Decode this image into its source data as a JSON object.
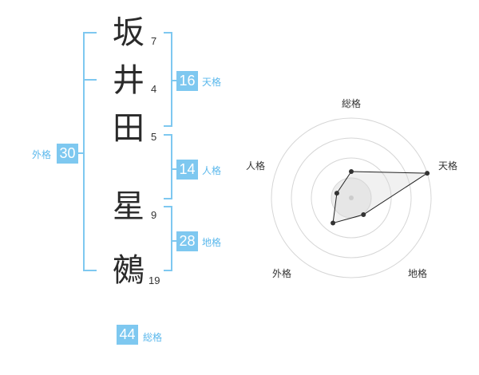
{
  "name": {
    "chars": [
      {
        "char": "坂",
        "strokes": "7"
      },
      {
        "char": "井",
        "strokes": "4"
      },
      {
        "char": "田",
        "strokes": "5"
      },
      {
        "char": "星",
        "strokes": "9"
      },
      {
        "char": "鵺",
        "strokes": "19"
      }
    ]
  },
  "kaku": {
    "tenkaku": {
      "value": "16",
      "label": "天格"
    },
    "jinkaku": {
      "value": "14",
      "label": "人格"
    },
    "chikaku": {
      "value": "28",
      "label": "地格"
    },
    "gaikaku": {
      "value": "30",
      "label": "外格"
    },
    "soukaku": {
      "value": "44",
      "label": "総格"
    }
  },
  "colors": {
    "accent": "#7ec8f0",
    "bracket": "#7ec8f0",
    "text": "#2a2a2a"
  },
  "chart_data": {
    "type": "radar",
    "axes": [
      "総格",
      "天格",
      "地格",
      "外格",
      "人格"
    ],
    "levels": 4,
    "series": [
      {
        "values": [
          0.33,
          1.0,
          0.26,
          0.39,
          0.19
        ]
      }
    ]
  }
}
